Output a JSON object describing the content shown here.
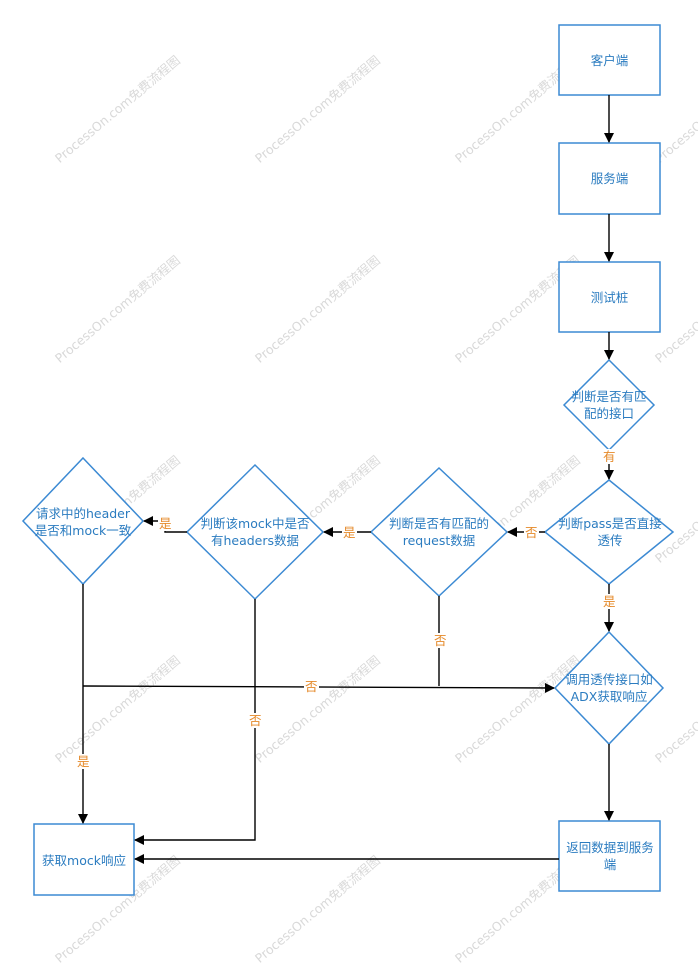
{
  "watermark": "ProcessOn.com免费流程图",
  "nodes": {
    "client": "客户端",
    "server": "服务端",
    "stub": "测试桩",
    "match_interface": "判断是否有匹配的接口",
    "pass_through": "判断pass是否直接透传",
    "match_request": "判断是否有匹配的request数据",
    "mock_headers": "判断该mock中是否有headers数据",
    "header_consistent": "请求中的header是否和mock一致",
    "call_adx": "调用透传接口如ADX获取响应",
    "get_mock_response": "获取mock响应",
    "return_data": "返回数据到服务端"
  },
  "edge_labels": {
    "has": "有",
    "no": "否",
    "yes": "是"
  },
  "colors": {
    "node_stroke": "#3c8ad3",
    "node_text": "#2b7cc0",
    "edge": "#000000",
    "edge_label": "#e58a2a",
    "watermark": "#d9d9d9"
  }
}
